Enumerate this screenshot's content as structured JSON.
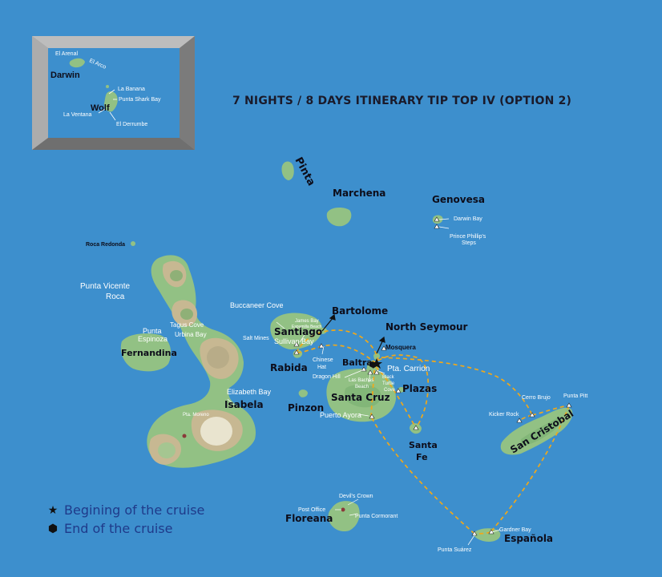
{
  "title": "7 NIGHTS / 8 DAYS ITINERARY TIP TOP IV (OPTION 2)",
  "colors": {
    "ocean": "#3d8fcd",
    "land": "#92c184",
    "land_dark": "#6da468",
    "highland": "#c7b892",
    "route": "#f0a81a",
    "label": "#ffffff",
    "island_name": "#0d0d1a"
  },
  "inset": {
    "islands": [
      "Darwin",
      "Wolf"
    ],
    "sites": [
      "El Arenal",
      "El Arco",
      "La Banana",
      "Punta Shark Bay",
      "La Ventana",
      "El Derrumbe"
    ]
  },
  "islands": {
    "pinta": "Pinta",
    "marchena": "Marchena",
    "genovesa": "Genovesa",
    "isabela": "Isabela",
    "fernandina": "Fernandina",
    "santiago": "Santiago",
    "bartolome": "Bartolome",
    "rabida": "Rabida",
    "north_seymour": "North Seymour",
    "baltra": "Baltra",
    "santa_cruz": "Santa Cruz",
    "plazas": "Plazas",
    "santa_fe_1": "Santa",
    "santa_fe_2": "Fe",
    "pinzon": "Pinzon",
    "san_cristobal": "San Cristobal",
    "floreana": "Floreana",
    "espanola": "Española"
  },
  "sites": {
    "roca_redonda": "Roca Redonda",
    "darwin_bay": "Darwin Bay",
    "prince_phillips_1": "Prince Phillip's",
    "prince_phillips_2": "Steps",
    "punta_vicente_1": "Punta Vicente",
    "punta_vicente_2": "Roca",
    "punta_espinoza_1": "Punta",
    "punta_espinoza_2": "Espinoza",
    "tagus_cove": "Tagus Cove",
    "urbina_bay": "Urbina Bay",
    "buccaneer_cove": "Buccaneer Cove",
    "james_bay": "James Bay",
    "espumilla_beach": "Espumilla Beach",
    "salt_mines": "Salt Mines",
    "sullivan_bay": "Sullivan Bay",
    "chinese_hat_1": "Chinese",
    "chinese_hat_2": "Hat",
    "mosquera": "Mosquera",
    "pta_carrion": "Pta. Carrion",
    "dragon_hill": "Dragon Hill",
    "las_bachas_1": "Las Bachas",
    "las_bachas_2": "Beach",
    "black_turtle_1": "Black",
    "black_turtle_2": "Turtle",
    "black_turtle_3": "Cove",
    "elizabeth_bay": "Elizabeth Bay",
    "pta_moreno": "Pta. Moreno",
    "puerto_ayora": "Puerto Ayora",
    "cerro_brujo": "Cerro Brujo",
    "punta_pitt": "Punta Pitt",
    "kicker_rock": "Kicker Rock",
    "devils_crown": "Devil's Crown",
    "post_office": "Post Office",
    "punta_cormorant": "Punta Cormorant",
    "gardner_bay": "Gardner Bay",
    "punta_suarez": "Punta Suárez"
  },
  "legend": {
    "start": "Begining of the cruise",
    "end": "End of the cruise"
  }
}
